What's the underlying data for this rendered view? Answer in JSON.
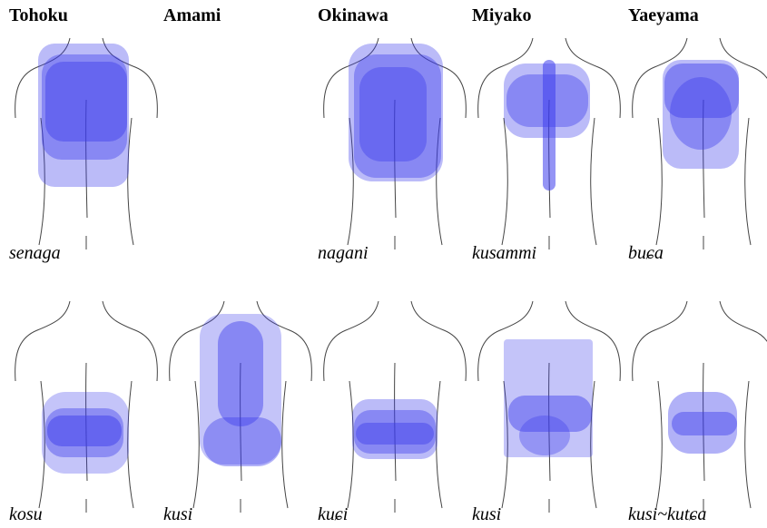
{
  "regions": [
    {
      "id": "tohoku",
      "name": "Tohoku"
    },
    {
      "id": "amami",
      "name": "Amami"
    },
    {
      "id": "okinawa",
      "name": "Okinawa"
    },
    {
      "id": "miyako",
      "name": "Miyako"
    },
    {
      "id": "yaeyama",
      "name": "Yaeyama"
    }
  ],
  "back_terms": {
    "tohoku": "senaga",
    "amami": "",
    "okinawa": "nagani",
    "miyako": "kusammi",
    "yaeyama": "buɕa"
  },
  "lower_back_terms": {
    "tohoku": "kosu",
    "amami": "kusi",
    "okinawa": "kuɕi",
    "miyako": "kusi",
    "yaeyama": "kusi~kutɕa"
  },
  "colors": {
    "highlight": "#3d3dec",
    "outline": "#444444"
  }
}
